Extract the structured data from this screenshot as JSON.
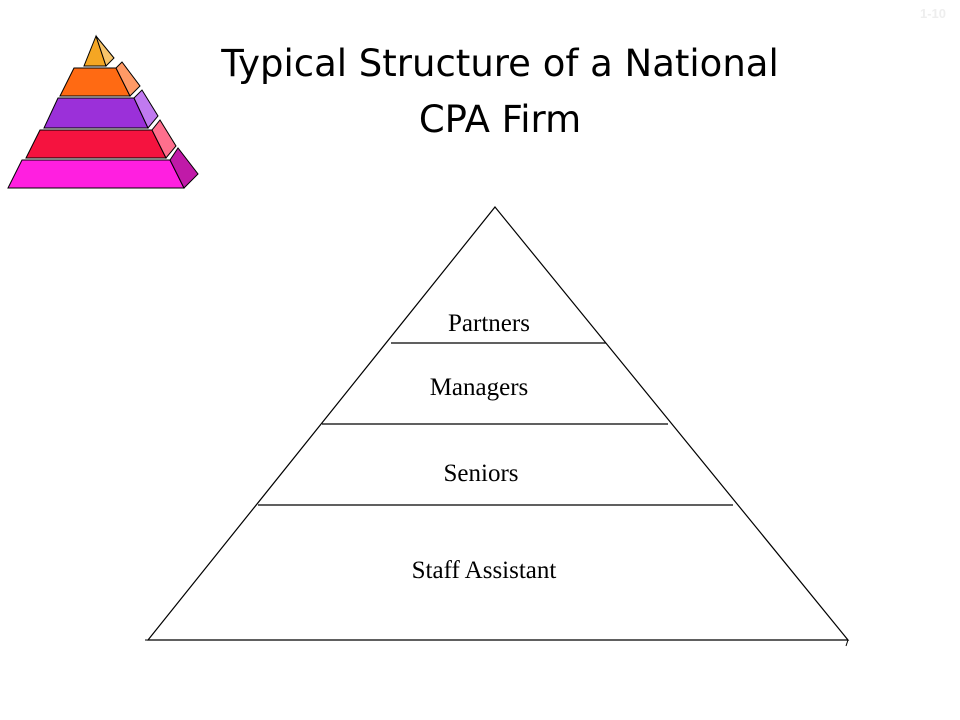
{
  "slide": {
    "number": "1-10",
    "title_line1": "Typical Structure of a National",
    "title_line2": "CPA Firm"
  },
  "logo": {
    "icon": "stepped-pyramid-icon",
    "tier_colors": [
      "#f5a623",
      "#ff6a13",
      "#9b30d9",
      "#f5133f",
      "#ff1fe0"
    ]
  },
  "pyramid": {
    "tiers": [
      {
        "label": "Partners"
      },
      {
        "label": "Managers"
      },
      {
        "label": "Seniors"
      },
      {
        "label": "Staff Assistant"
      }
    ],
    "line_color": "#000000",
    "fill_color": "#ffffff"
  }
}
